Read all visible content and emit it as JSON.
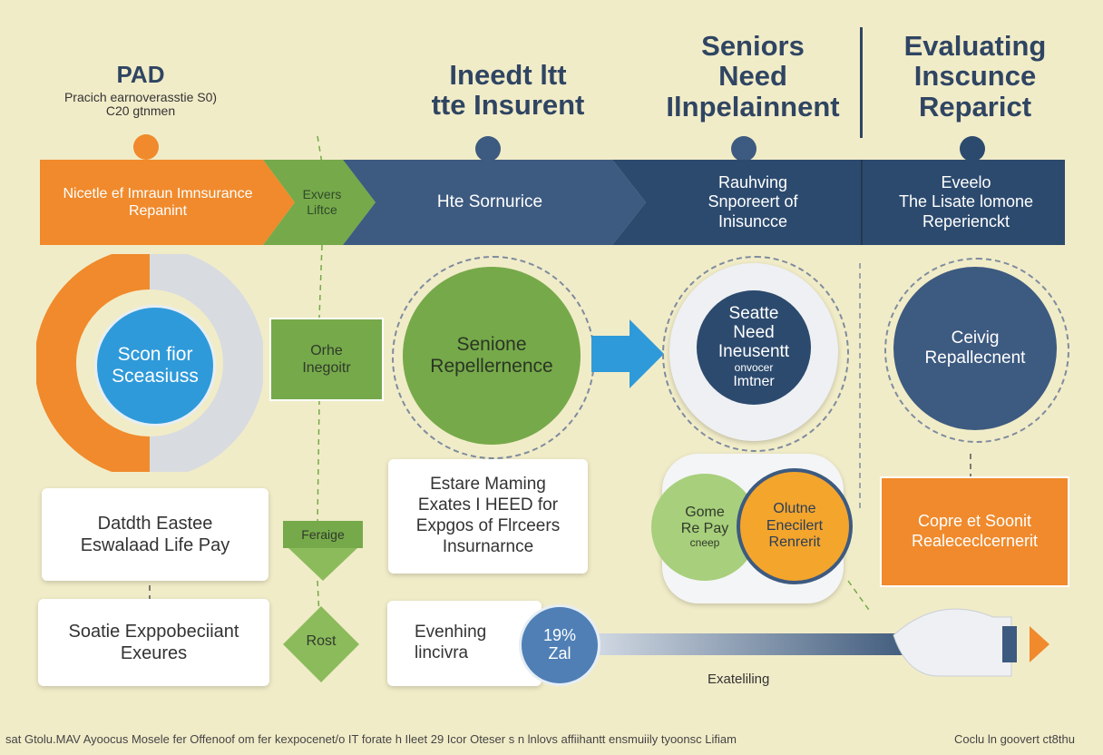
{
  "colors": {
    "orange": "#f08a2c",
    "green": "#76a94a",
    "navy": "#3d5a80",
    "dark_navy": "#2c4a6e",
    "blue": "#2f9ad9",
    "bg": "#f1ecc8"
  },
  "headers": {
    "col1": {
      "title": "PAD",
      "line1": "Pracich earnoverasstie S0)",
      "line2": "C20 gtnmen"
    },
    "col2": {
      "line1": "Ineedt ltt",
      "line2": "tte Insurent"
    },
    "col3": {
      "line1": "Seniors",
      "line2": "Need",
      "line3": "Ilnpelainnent"
    },
    "col4": {
      "line1": "Evaluating",
      "line2": "Inscunce",
      "line3": "Reparict"
    }
  },
  "banner": {
    "seg1": {
      "line1": "Nicetle ef Imraun Imnsurance",
      "line2": "Repanint"
    },
    "seg2": {
      "line1": "Exvers",
      "line2": "Liftce"
    },
    "seg3": {
      "line1": "Hte Sornurice"
    },
    "seg4": {
      "line1": "Rauhving",
      "line2": "Snporeert of",
      "line3": "Inisuncce"
    },
    "seg5": {
      "line1": "Eveelo",
      "line2": "The Lisate lomone",
      "line3": "Reperienckt"
    }
  },
  "circles": {
    "c1": {
      "line1": "Scon fior",
      "line2": "Sceasiuss"
    },
    "c2": {
      "line1": "Senione",
      "line2": "Repellernence"
    },
    "c3": {
      "line1": "Seatte",
      "line2": "Need",
      "line3": "Ineusentt",
      "line4": "onvocer",
      "line5": "Imtner"
    },
    "c4": {
      "line1": "Ceivig",
      "line2": "Repallecnent"
    }
  },
  "venn": {
    "left": {
      "line1": "Gome",
      "line2": "Re Pay",
      "line3": "cneep"
    },
    "right": {
      "line1": "Olutne",
      "line2": "Enecilert",
      "line3": "Renrerit"
    }
  },
  "boxes": {
    "green_box": {
      "line1": "Orhe",
      "line2": "Inegoitr"
    },
    "orange_box": {
      "line1": "Copre et Soonit",
      "line2": "Realececlcernerit"
    }
  },
  "cards": {
    "card1": {
      "line1": "Datdth Eastee",
      "line2": "Eswalaad Life Pay"
    },
    "card2": {
      "line1": "Estare Maming",
      "line2": "Exates I HEED  for",
      "line3": "Expgos of Flrceers",
      "line4": "Insurnarnce"
    },
    "card3": {
      "line1": "Soatie Exppobeciiant",
      "line2": "Exeures"
    },
    "card4": {
      "line1": "Evenhing",
      "line2": "lincivra"
    }
  },
  "tags": {
    "tag1": "Feraige",
    "tag2": "Rost"
  },
  "badge": {
    "line1": "19%",
    "line2": "Zal"
  },
  "arrow_caption": "Exateliling",
  "footer": {
    "left": "sat Gtolu.MAV Ayoocus Mosele fer Offenoof om fer kexpocenet/o IT forate h Ileet 29 Icor Oteser s n lnlovs affiihantt ensmuiily tyoonsc Lifiam",
    "right": "Coclu ln goovert ct8thu"
  }
}
